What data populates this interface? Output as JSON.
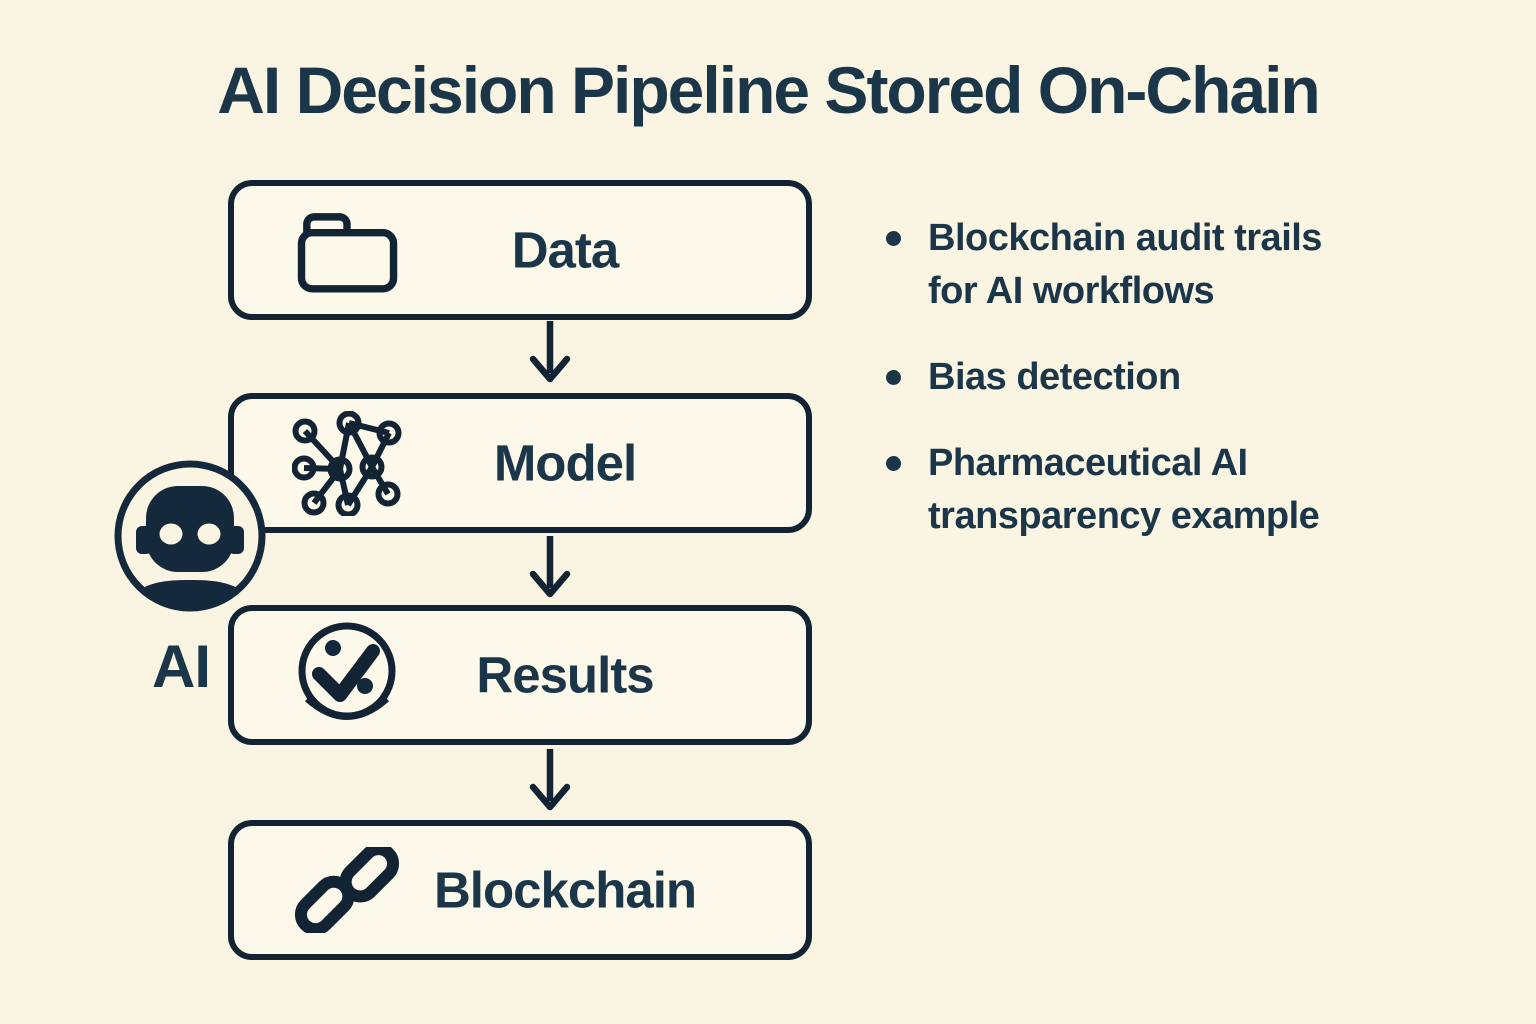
{
  "title": "AI Decision Pipeline Stored On-Chain",
  "colors": {
    "background": "#FAF5E2",
    "box_fill": "#FCF8EA",
    "ink": "#14293B",
    "text": "#1C3649"
  },
  "pipeline": {
    "steps": [
      {
        "label": "Data",
        "icon": "folder-icon"
      },
      {
        "label": "Model",
        "icon": "neural-network-icon"
      },
      {
        "label": "Results",
        "icon": "check-circle-icon"
      },
      {
        "label": "Blockchain",
        "icon": "chain-link-icon"
      }
    ],
    "connector": "down-arrow",
    "ai_badge": {
      "label": "AI",
      "icon": "robot-icon"
    }
  },
  "bullets": [
    "Blockchain audit trails for AI workflows",
    "Bias detection",
    "Pharmaceutical AI transparency example"
  ]
}
